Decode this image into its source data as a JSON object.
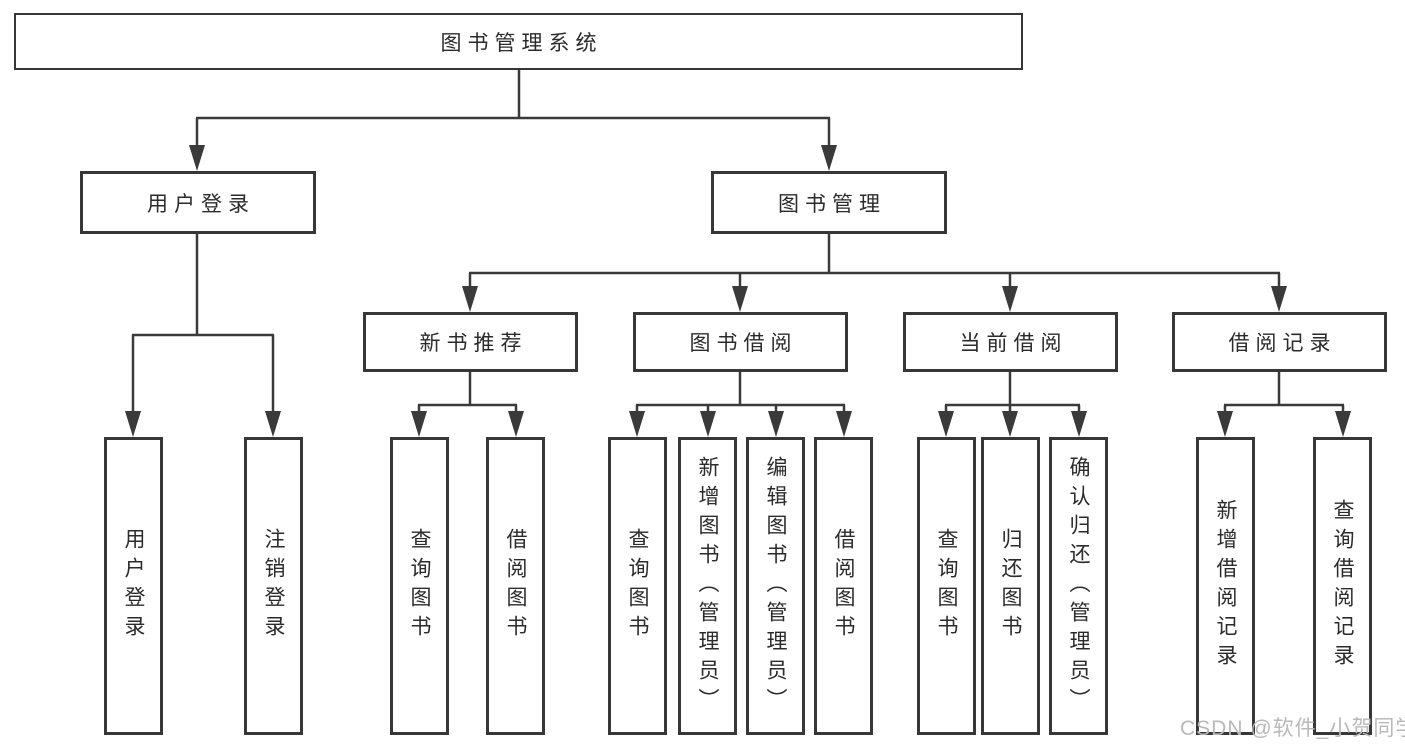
{
  "tree": {
    "label": "图书管理系统",
    "children": [
      {
        "label": "用户登录",
        "children": [
          {
            "label": "用户登录"
          },
          {
            "label": "注销登录"
          }
        ]
      },
      {
        "label": "图书管理",
        "children": [
          {
            "label": "新书推荐",
            "children": [
              {
                "label": "查询图书"
              },
              {
                "label": "借阅图书"
              }
            ]
          },
          {
            "label": "图书借阅",
            "children": [
              {
                "label": "查询图书"
              },
              {
                "label": "新增图书（管理员）"
              },
              {
                "label": "编辑图书（管理员）"
              },
              {
                "label": "借阅图书"
              }
            ]
          },
          {
            "label": "当前借阅",
            "children": [
              {
                "label": "查询图书"
              },
              {
                "label": "归还图书"
              },
              {
                "label": "确认归还（管理员）"
              }
            ]
          },
          {
            "label": "借阅记录",
            "children": [
              {
                "label": "新增借阅记录"
              },
              {
                "label": "查询借阅记录"
              }
            ]
          }
        ]
      }
    ]
  },
  "watermark": "CSDN @软件_小贺同学",
  "colors": {
    "line": "#3a3a3a",
    "box_border": "#373737",
    "text": "#2b2b2b",
    "watermark": "#b9b9b9",
    "background": "#ffffff"
  }
}
